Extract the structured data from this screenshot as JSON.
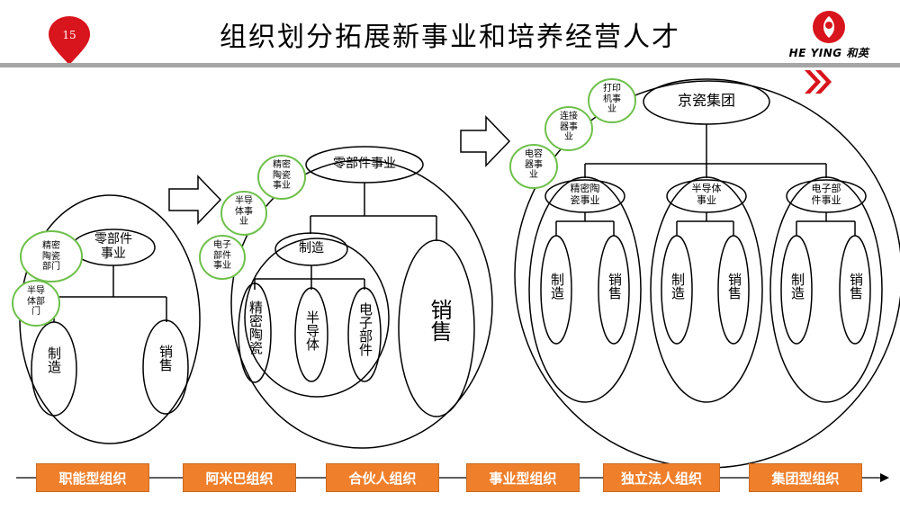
{
  "page_number": "15",
  "title": "组织划分拓展新事业和培养经营人才",
  "logo": {
    "text": "HE YING 和英",
    "icon": "heying-flower-logo-icon",
    "nav_icon": "double-chevron-right-icon",
    "brand_color": "#d8141c"
  },
  "colors": {
    "accent": "#f07f2b",
    "node_green": "#6ec04a"
  },
  "stage1": {
    "head": "零部件\n事业",
    "depts": [
      "精密\n陶瓷\n部门",
      "半导\n体部\n门"
    ],
    "units": [
      "制造",
      "销售"
    ]
  },
  "stage2": {
    "head": "零部件事业",
    "depts": [
      "精密\n陶瓷\n事业",
      "半导\n体事\n业",
      "电子\n部件\n事业"
    ],
    "mfg": "制造",
    "sub": [
      "精密陶瓷",
      "半导体",
      "电子部件"
    ],
    "sales": "销售"
  },
  "stage3": {
    "head": "京瓷集团",
    "biz": [
      "打印\n机事\n业",
      "连接\n器事\n业",
      "电容\n器事\n业"
    ],
    "divisions": [
      "精密陶\n瓷事业",
      "半导体\n事业",
      "电子部\n件事业"
    ],
    "units": [
      "制造",
      "销售"
    ]
  },
  "stages": [
    "职能型组织",
    "阿米巴组织",
    "合伙人组织",
    "事业型组织",
    "独立法人组织",
    "集团型组织"
  ]
}
